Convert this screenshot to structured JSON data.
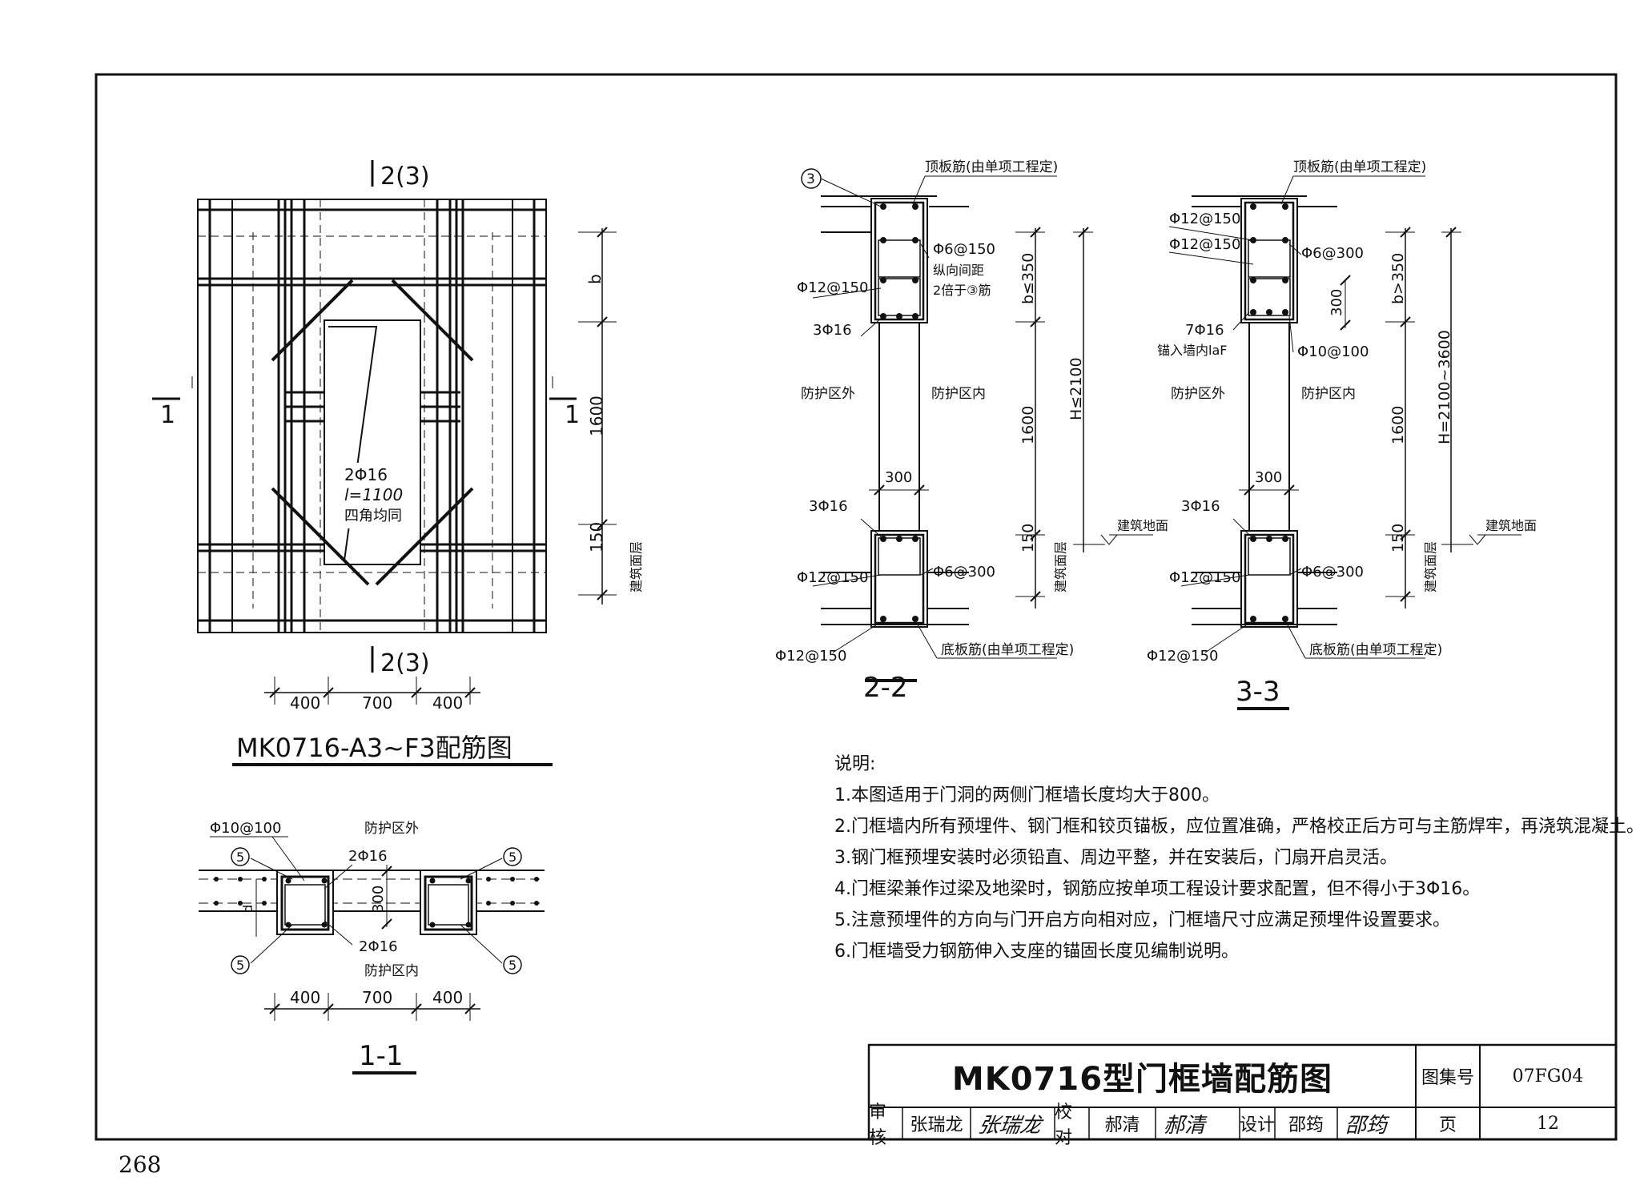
{
  "page_number": "268",
  "drawing": {
    "elevation": {
      "section_marks": [
        "2(3)",
        "2(3)",
        "1",
        "1"
      ],
      "dims_bottom": [
        "400",
        "700",
        "400"
      ],
      "dims_right": [
        "b",
        "1600",
        "150"
      ],
      "floor_label": "建筑面层",
      "rebar_note": [
        "2Φ16",
        "l=1100",
        "四角均同"
      ],
      "caption": "MK0716-A3~F3配筋图"
    },
    "section_1_1": {
      "labels": {
        "top_rebar": "Φ10@100",
        "outside": "防护区外",
        "inside": "防护区内",
        "bar_top": "2Φ16",
        "bar_bottom": "2Φ16",
        "dim_300": "300",
        "dim_d": "d",
        "callout": "5"
      },
      "dims_bottom": [
        "400",
        "700",
        "400"
      ],
      "caption": "1-1"
    },
    "section_2_2": {
      "labels": {
        "callout": "3",
        "top_slab": "顶板筋(由单项工程定)",
        "stirrup": "Φ6@150",
        "note1": "纵向间距",
        "note2": "2倍于③筋",
        "side_bar": "Φ12@150",
        "long_bar": "3Φ16",
        "outside": "防护区外",
        "inside": "防护区内",
        "wall": "300",
        "bottom_long_bar": "3Φ16",
        "bottom_side_bar": "Φ12@150",
        "bottom_stirrup": "Φ6@300",
        "bottom_bar2": "Φ12@150",
        "bottom_slab": "底板筋(由单项工程定)",
        "floor": "建筑地面",
        "floor_layer": "建筑面层"
      },
      "dims": {
        "b": "b≤350",
        "h1600": "1600",
        "h150": "150",
        "H": "H≤2100"
      },
      "caption": "2-2"
    },
    "section_3_3": {
      "labels": {
        "top_slab": "顶板筋(由单项工程定)",
        "bar1": "Φ12@150",
        "bar2": "Φ12@150",
        "stirrup": "Φ6@300",
        "dim300": "300",
        "long_bar": "7Φ16",
        "anchor": "锚入墙内laF",
        "tie": "Φ10@100",
        "outside": "防护区外",
        "inside": "防护区内",
        "wall": "300",
        "bottom_long_bar": "3Φ16",
        "bottom_side_bar": "Φ12@150",
        "bottom_stirrup": "Φ6@300",
        "bottom_bar2": "Φ12@150",
        "bottom_slab": "底板筋(由单项工程定)",
        "floor": "建筑地面",
        "floor_layer": "建筑面层"
      },
      "dims": {
        "b": "b>350",
        "h1600": "1600",
        "h150": "150",
        "H": "H=2100~3600"
      },
      "caption": "3-3"
    }
  },
  "notes": {
    "heading": "说明:",
    "items": [
      "1.本图适用于门洞的两侧门框墙长度均大于800。",
      "2.门框墙内所有预埋件、钢门框和铰页锚板，应位置准确，严格校正后方可与主筋焊牢，再浇筑混凝土。",
      "3.钢门框预埋安装时必须铅直、周边平整，并在安装后，门扇开启灵活。",
      "4.门框梁兼作过梁及地梁时，钢筋应按单项工程设计要求配置，但不得小于3Φ16。",
      "5.注意预埋件的方向与门开启方向相对应，门框墙尺寸应满足预埋件设置要求。",
      "6.门框墙受力钢筋伸入支座的锚固长度见编制说明。"
    ]
  },
  "title_block": {
    "title": "MK0716型门框墙配筋图",
    "atlas_label": "图集号",
    "atlas_no": "07FG04",
    "review_label": "审核",
    "reviewer": "张瑞龙",
    "reviewer_sig": "张瑞龙",
    "check_label": "校对",
    "checker": "郝清",
    "checker_sig": "郝清",
    "design_label": "设计",
    "designer": "邵筠",
    "designer_sig": "邵筠",
    "page_label": "页",
    "page_no": "12"
  }
}
